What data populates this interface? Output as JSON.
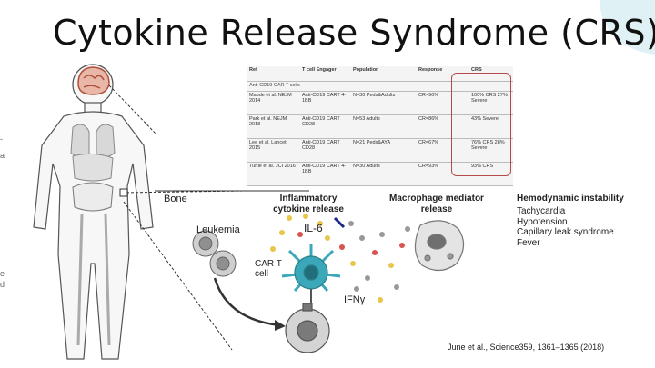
{
  "title": "Cytokine  Release Syndrome (CRS)",
  "table": {
    "headers": [
      "Ref",
      "T cell Engager",
      "Population",
      "Response",
      "CRS"
    ],
    "subheader": "Anti-CD19 CAR T cells",
    "rows": [
      {
        "ref": "Maude et al. NEJM 2014",
        "engager": "Anti-CD19 CART 4-1BB",
        "population": "N=30 Peds&Adults",
        "response": "CR=90%",
        "crs": "100% CRS 27% Severe"
      },
      {
        "ref": "Park et al. NEJM 2018",
        "engager": "Anti-CD19 CART CD28",
        "population": "N=53 Adults",
        "response": "CR=86%",
        "crs": "43% Severe"
      },
      {
        "ref": "Lee et al. Lancet 2015",
        "engager": "Anti-CD19 CART CD28",
        "population": "N=21 Peds&AYA",
        "response": "CR=67%",
        "crs": "76% CRS 28% Severe"
      },
      {
        "ref": "Turtle et al. JCI 2016",
        "engager": "Anti-CD19 CART 4-1BB",
        "population": "N=30 Adults",
        "response": "CR=93%",
        "crs": "93% CRS"
      }
    ]
  },
  "diagram": {
    "bone_label": "Bone",
    "leukemia_label": "Leukemia",
    "inflammatory_header": "Inflammatory cytokine release",
    "il6_label": "IL-6",
    "cart_label": "CAR T cell",
    "ifn_label": "IFNγ",
    "macrophage_header": "Macrophage mediator release",
    "hemodynamic_header": "Hemodynamic instability",
    "symptoms": [
      "Tachycardia",
      "Hypotension",
      "Capillary leak syndrome",
      "Fever"
    ]
  },
  "citation": "June et al., Science359, 1361–1365 (2018)",
  "colors": {
    "crs_box": "#b34a4a",
    "cart_cell": "#3aa8b8",
    "dot_yellow": "#e8c64a",
    "dot_red": "#d9534f",
    "dot_grey": "#999999",
    "deco": "#dff1f4"
  }
}
